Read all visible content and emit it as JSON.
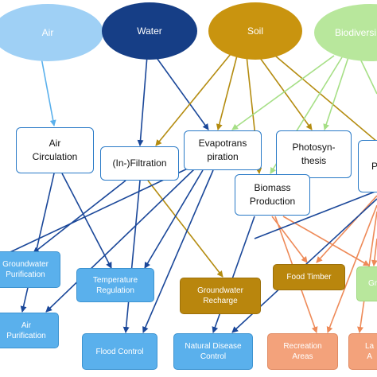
{
  "colors": {
    "air": "#9fd0f5",
    "water": "#163e86",
    "soil": "#c9940f",
    "biodiversity": "#b8e79c",
    "arrow_light_blue": "#5ab0ec",
    "arrow_dark_blue": "#1a4799",
    "arrow_gold": "#b48c10",
    "arrow_light_green": "#a6df86",
    "arrow_orange": "#ee8a58"
  },
  "sources": {
    "air": "Air",
    "water": "Water",
    "soil": "Soil",
    "biodiversity": "Biodiversi"
  },
  "processes": {
    "air_circulation": "Air\nCirculation",
    "infiltration": "(In-)Filtration",
    "evapotranspiration": "Evapotrans\npiration",
    "photosynthesis": "Photosyn-\nthesis",
    "biomass_production": "Biomass\nProduction",
    "cut_right": "P"
  },
  "services": {
    "groundwater_purification": "Groundwater\nPurification",
    "temperature_regulation": "Temperature\nRegulation",
    "air_purification": "Air\nPurification",
    "flood_control": "Flood Control",
    "groundwater_recharge": "Groundwater\nRecharge",
    "natural_disease_control": "Natural Disease\nControl",
    "food_timber": "Food Timber",
    "recreation_areas": "Recreation\nAreas",
    "green_cut": "Gr",
    "landscape_cut": "La\nA"
  }
}
